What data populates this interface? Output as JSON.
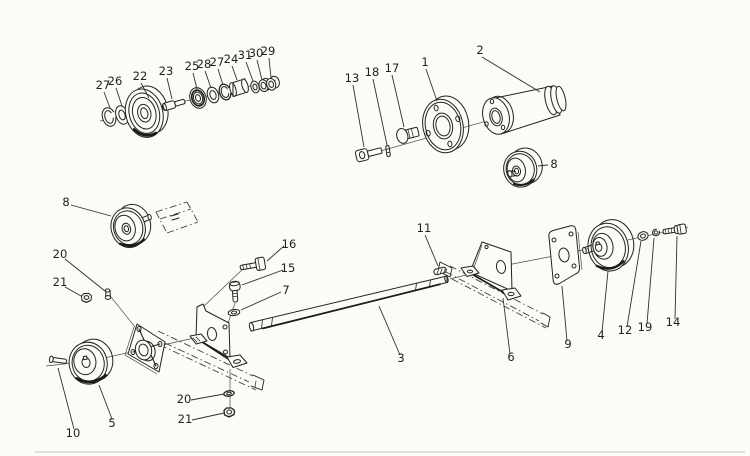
{
  "figure": {
    "background_color": "#fbfbf8",
    "ink_color": "#22221f",
    "callouts": [
      {
        "label": "27"
      },
      {
        "label": "26"
      },
      {
        "label": "22"
      },
      {
        "label": "23"
      },
      {
        "label": "25"
      },
      {
        "label": "28"
      },
      {
        "label": "27"
      },
      {
        "label": "24"
      },
      {
        "label": "31"
      },
      {
        "label": "30"
      },
      {
        "label": "29"
      },
      {
        "label": "13"
      },
      {
        "label": "18"
      },
      {
        "label": "17"
      },
      {
        "label": "1"
      },
      {
        "label": "2"
      },
      {
        "label": "8"
      },
      {
        "label": "8"
      },
      {
        "label": "20"
      },
      {
        "label": "21"
      },
      {
        "label": "16"
      },
      {
        "label": "15"
      },
      {
        "label": "7"
      },
      {
        "label": "11"
      },
      {
        "label": "3"
      },
      {
        "label": "10"
      },
      {
        "label": "5"
      },
      {
        "label": "20"
      },
      {
        "label": "21"
      },
      {
        "label": "6"
      },
      {
        "label": "9"
      },
      {
        "label": "4"
      },
      {
        "label": "12"
      },
      {
        "label": "19"
      },
      {
        "label": "14"
      }
    ]
  }
}
